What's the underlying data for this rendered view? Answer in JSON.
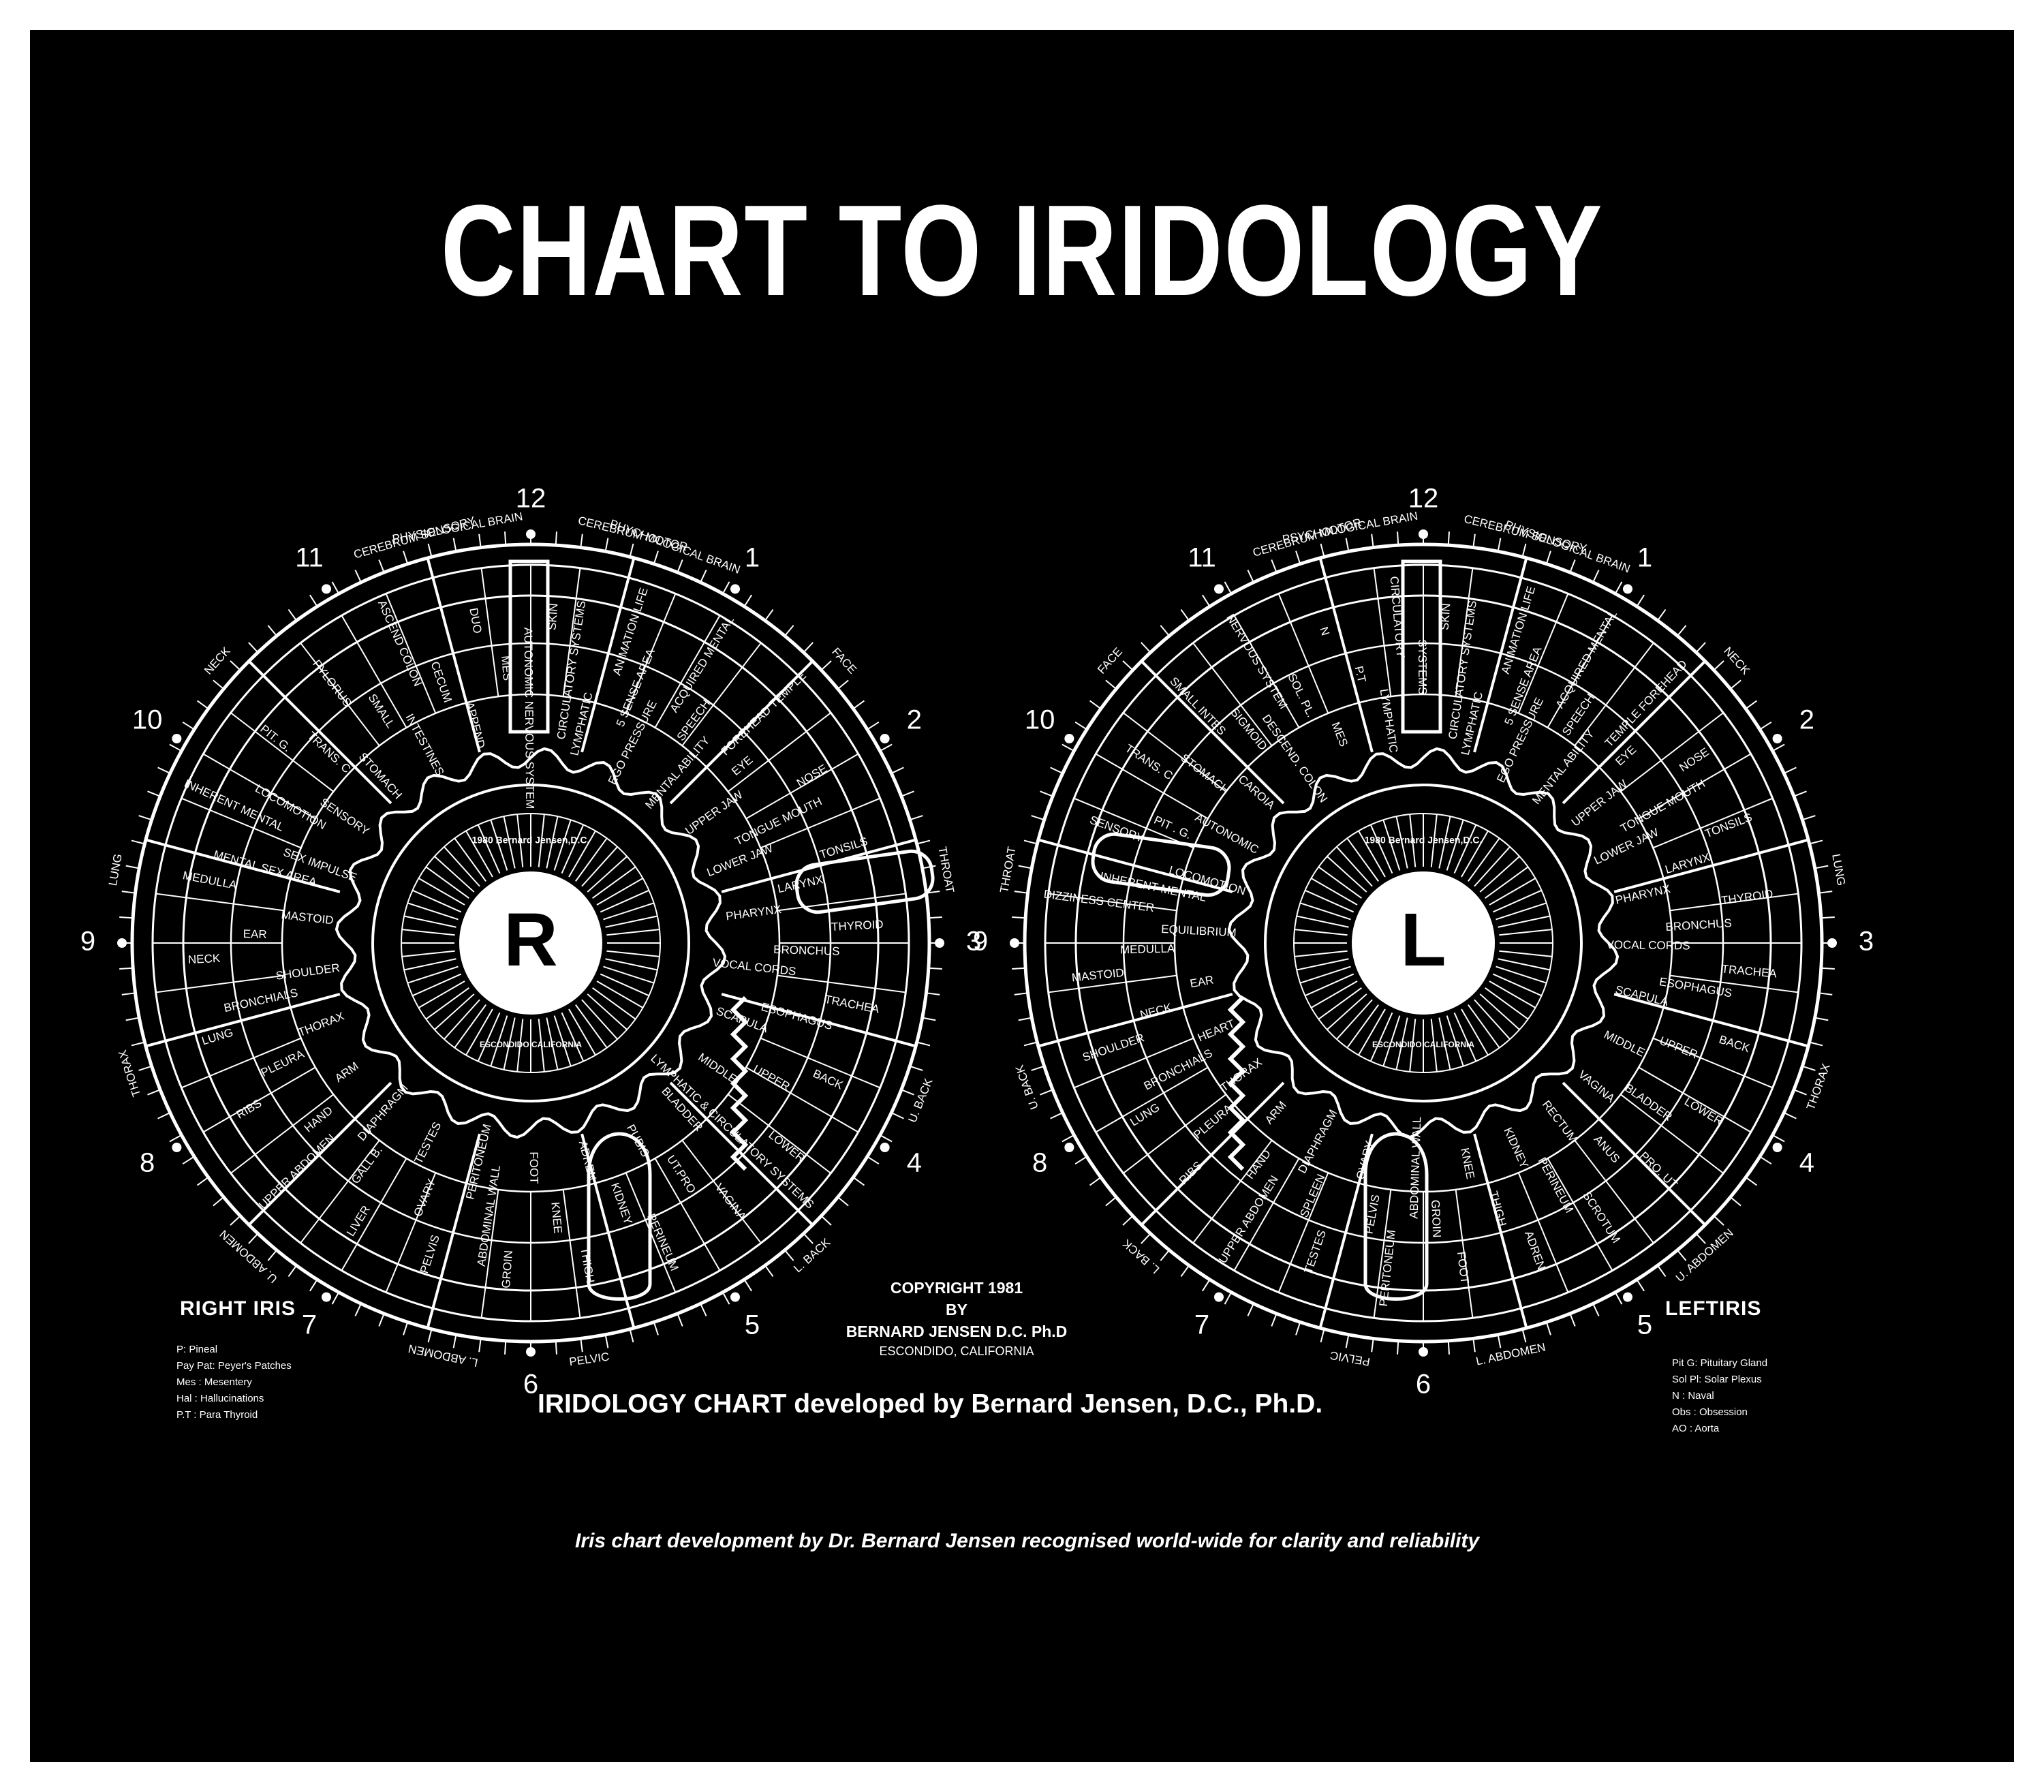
{
  "title": "CHART TO IRIDOLOGY",
  "subtitle": "IRIDOLOGY CHART developed by Bernard Jensen, D.C., Ph.D.",
  "caption": "Iris chart development by Dr. Bernard Jensen recognised world-wide for clarity and reliability",
  "copyright": [
    "COPYRIGHT 1981",
    "BY",
    "BERNARD JENSEN D.C. Ph.D",
    "ESCONDIDO, CALIFORNIA"
  ],
  "right_iris": {
    "label": "RIGHT IRIS",
    "letter": "R",
    "center_top": "1980 Bernard Jensen,D.C.",
    "center_bottom": "ESCONDIDO CALIFORNIA",
    "legend": [
      "P: Pineal",
      "Pay Pat: Peyer's Patches",
      "Mes : Mesentery",
      "Hal : Hallucinations",
      "P.T : Para Thyroid"
    ],
    "outer_labels": [
      "CEREBRUM SENSORY",
      "PHYSIOLOGICAL BRAIN",
      "CEREBRUM MOTOR",
      "PHYCHOLOGICAL BRAIN",
      "NECK",
      "FACE",
      "LUNG",
      "THROAT",
      "THORAX",
      "U. BACK",
      "U. ABDOMEN",
      "L. BACK",
      "L. ABDOMEN",
      "PELVIC"
    ],
    "zones": [
      "SKIN",
      "CIRCULATORY SYSTEMS",
      "LYMPHATIC",
      "ANIMATION LIFE",
      "5 SENSE AREA",
      "EGO PRESSURE",
      "ACQUIRED MENTAL",
      "SPEECH",
      "MENTAL ABILITY",
      "FOREHEAD TEMPLE",
      "EYE",
      "UPPER JAW",
      "NOSE",
      "TONGUE MOUTH",
      "LOWER JAW",
      "TONSILS",
      "LARYNX",
      "PHARYNX",
      "THYROID",
      "BRONCHUS",
      "VOCAL CORDS",
      "TRACHEA",
      "ESOPHAGUS",
      "SCAPULA",
      "BACK",
      "UPPER",
      "MIDDLE",
      "LOWER",
      "LYMPHATIC & CIRCULATORY SYSTEMS",
      "BLADDER",
      "VAGINA",
      "UT.PRO",
      "PUBIS",
      "PERINEUM",
      "KIDNEY",
      "ADREN",
      "THIGH",
      "KNEE",
      "FOOT",
      "GROIN",
      "ABDOMINAL WALL",
      "PERITONEUM",
      "PELVIS",
      "OVARY",
      "TESTES",
      "LIVER",
      "GALL B.",
      "DIAPHRAGM",
      "UPPER ABDOMEN",
      "HAND",
      "ARM",
      "RIBS",
      "PLEURA",
      "THORAX",
      "LUNG",
      "BRONCHIALS",
      "SHOULDER",
      "NECK",
      "EAR",
      "MASTOID",
      "MEDULLA",
      "MENTAL SEX AREA",
      "SEX IMPULSE",
      "INHERENT MENTAL",
      "LOCOMOTION",
      "SENSORY",
      "PIT. G.",
      "TRANS. C.",
      "STOMACH",
      "PYLORUS",
      "SMALL",
      "INTESTINES",
      "ASCEND COLON",
      "CECUM",
      "APPEND",
      "DUO",
      "MES",
      "AUTONOMIC NERVOUS SYSTEM"
    ]
  },
  "left_iris": {
    "label": "LEFTIRIS",
    "letter": "L",
    "center_top": "1980 Bernard Jensen,D.C.",
    "center_bottom": "ESCONDIDO CALIFORNIA",
    "legend": [
      "Pit G: Pituitary Gland",
      "Sol Pl: Solar Plexus",
      "N : Naval",
      "Obs : Obsession",
      "AO : Aorta"
    ],
    "outer_labels": [
      "CEREBRUM MOTOR",
      "PSYCHOLOGICAL BRAIN",
      "CEREBRUM SENSORY",
      "PHYSIOLOGICAL BRAIN",
      "FACE",
      "NECK",
      "THROAT",
      "LUNG",
      "U. BACK",
      "THORAX",
      "L. BACK",
      "U. ABDOMEN",
      "PELVIC",
      "L. ABDOMEN"
    ],
    "zones": [
      "SKIN",
      "CIRCULATORY SYSTEMS",
      "LYMPHATIC",
      "ANIMATION LIFE",
      "5 SENSE AREA",
      "EGO PRESSURE",
      "ACQUIRED MENTAL",
      "SPEECH",
      "MENTAL ABILITY",
      "TEMPLE FOREHEAD",
      "EYE",
      "UPPER JAW",
      "NOSE",
      "TONGUE MOUTH",
      "LOWER JAW",
      "TONSILS",
      "LARYNX",
      "PHARYNX",
      "THYROID",
      "BRONCHUS",
      "VOCAL CORDS",
      "TRACHEA",
      "ESOPHAGUS",
      "SCAPULA",
      "BACK",
      "UPPER",
      "MIDDLE",
      "LOWER",
      "BLADDER",
      "VAGINA",
      "PRO. UT",
      "ANUS",
      "RECTUM",
      "SCROTUM",
      "PERINEUM",
      "KIDNEY",
      "ADREN",
      "THIGH",
      "KNEE",
      "FOOT",
      "GROIN",
      "ABDOMINAL WALL",
      "PERITONEUM",
      "PELVIS",
      "OVARY",
      "TESTES",
      "SPLEEN",
      "DIAPHRAGM",
      "UPPER ABDOMEN",
      "HAND",
      "ARM",
      "RIBS",
      "PLEURA",
      "THORAX",
      "LUNG",
      "BRONCHIALS",
      "HEART",
      "SHOULDER",
      "NECK",
      "EAR",
      "MASTOID",
      "MEDULLA",
      "EQUILIBRIUM",
      "DIZZINESS CENTER",
      "INHERENT MENTAL",
      "LOCOMOTION",
      "SENSORY",
      "PIT . G.",
      "AUTONOMIC",
      "TRANS. C.",
      "STOMACH",
      "CAROIA",
      "SMALL INTES",
      "SIGMOID",
      "DESCEND. COLON",
      "NERVOUS SYSTEM",
      "SOL. PL.",
      "MES",
      "N",
      "P.T",
      "LYMPHATIC",
      "CIRCULATORY",
      "SYSTEMS"
    ]
  },
  "clock_numbers": [
    "12",
    "1",
    "2",
    "3",
    "4",
    "5",
    "6",
    "7",
    "8",
    "9",
    "10",
    "11"
  ]
}
